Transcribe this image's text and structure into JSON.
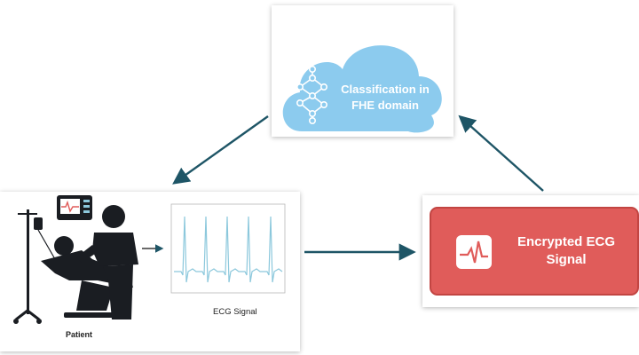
{
  "cloud": {
    "label": "Classification in FHE domain",
    "color": "#8ccbee",
    "icon": "neural-network-icon"
  },
  "encrypted": {
    "label": "Encrypted ECG Signal",
    "color": "#e05c5a",
    "icon": "heart-rate-monitor-icon"
  },
  "patient": {
    "label": "Patient",
    "icon": "patient-with-doctor-icon"
  },
  "ecg": {
    "label": "ECG Signal",
    "line_color": "#8cc8dc"
  },
  "arrow_color": "#1e5566"
}
